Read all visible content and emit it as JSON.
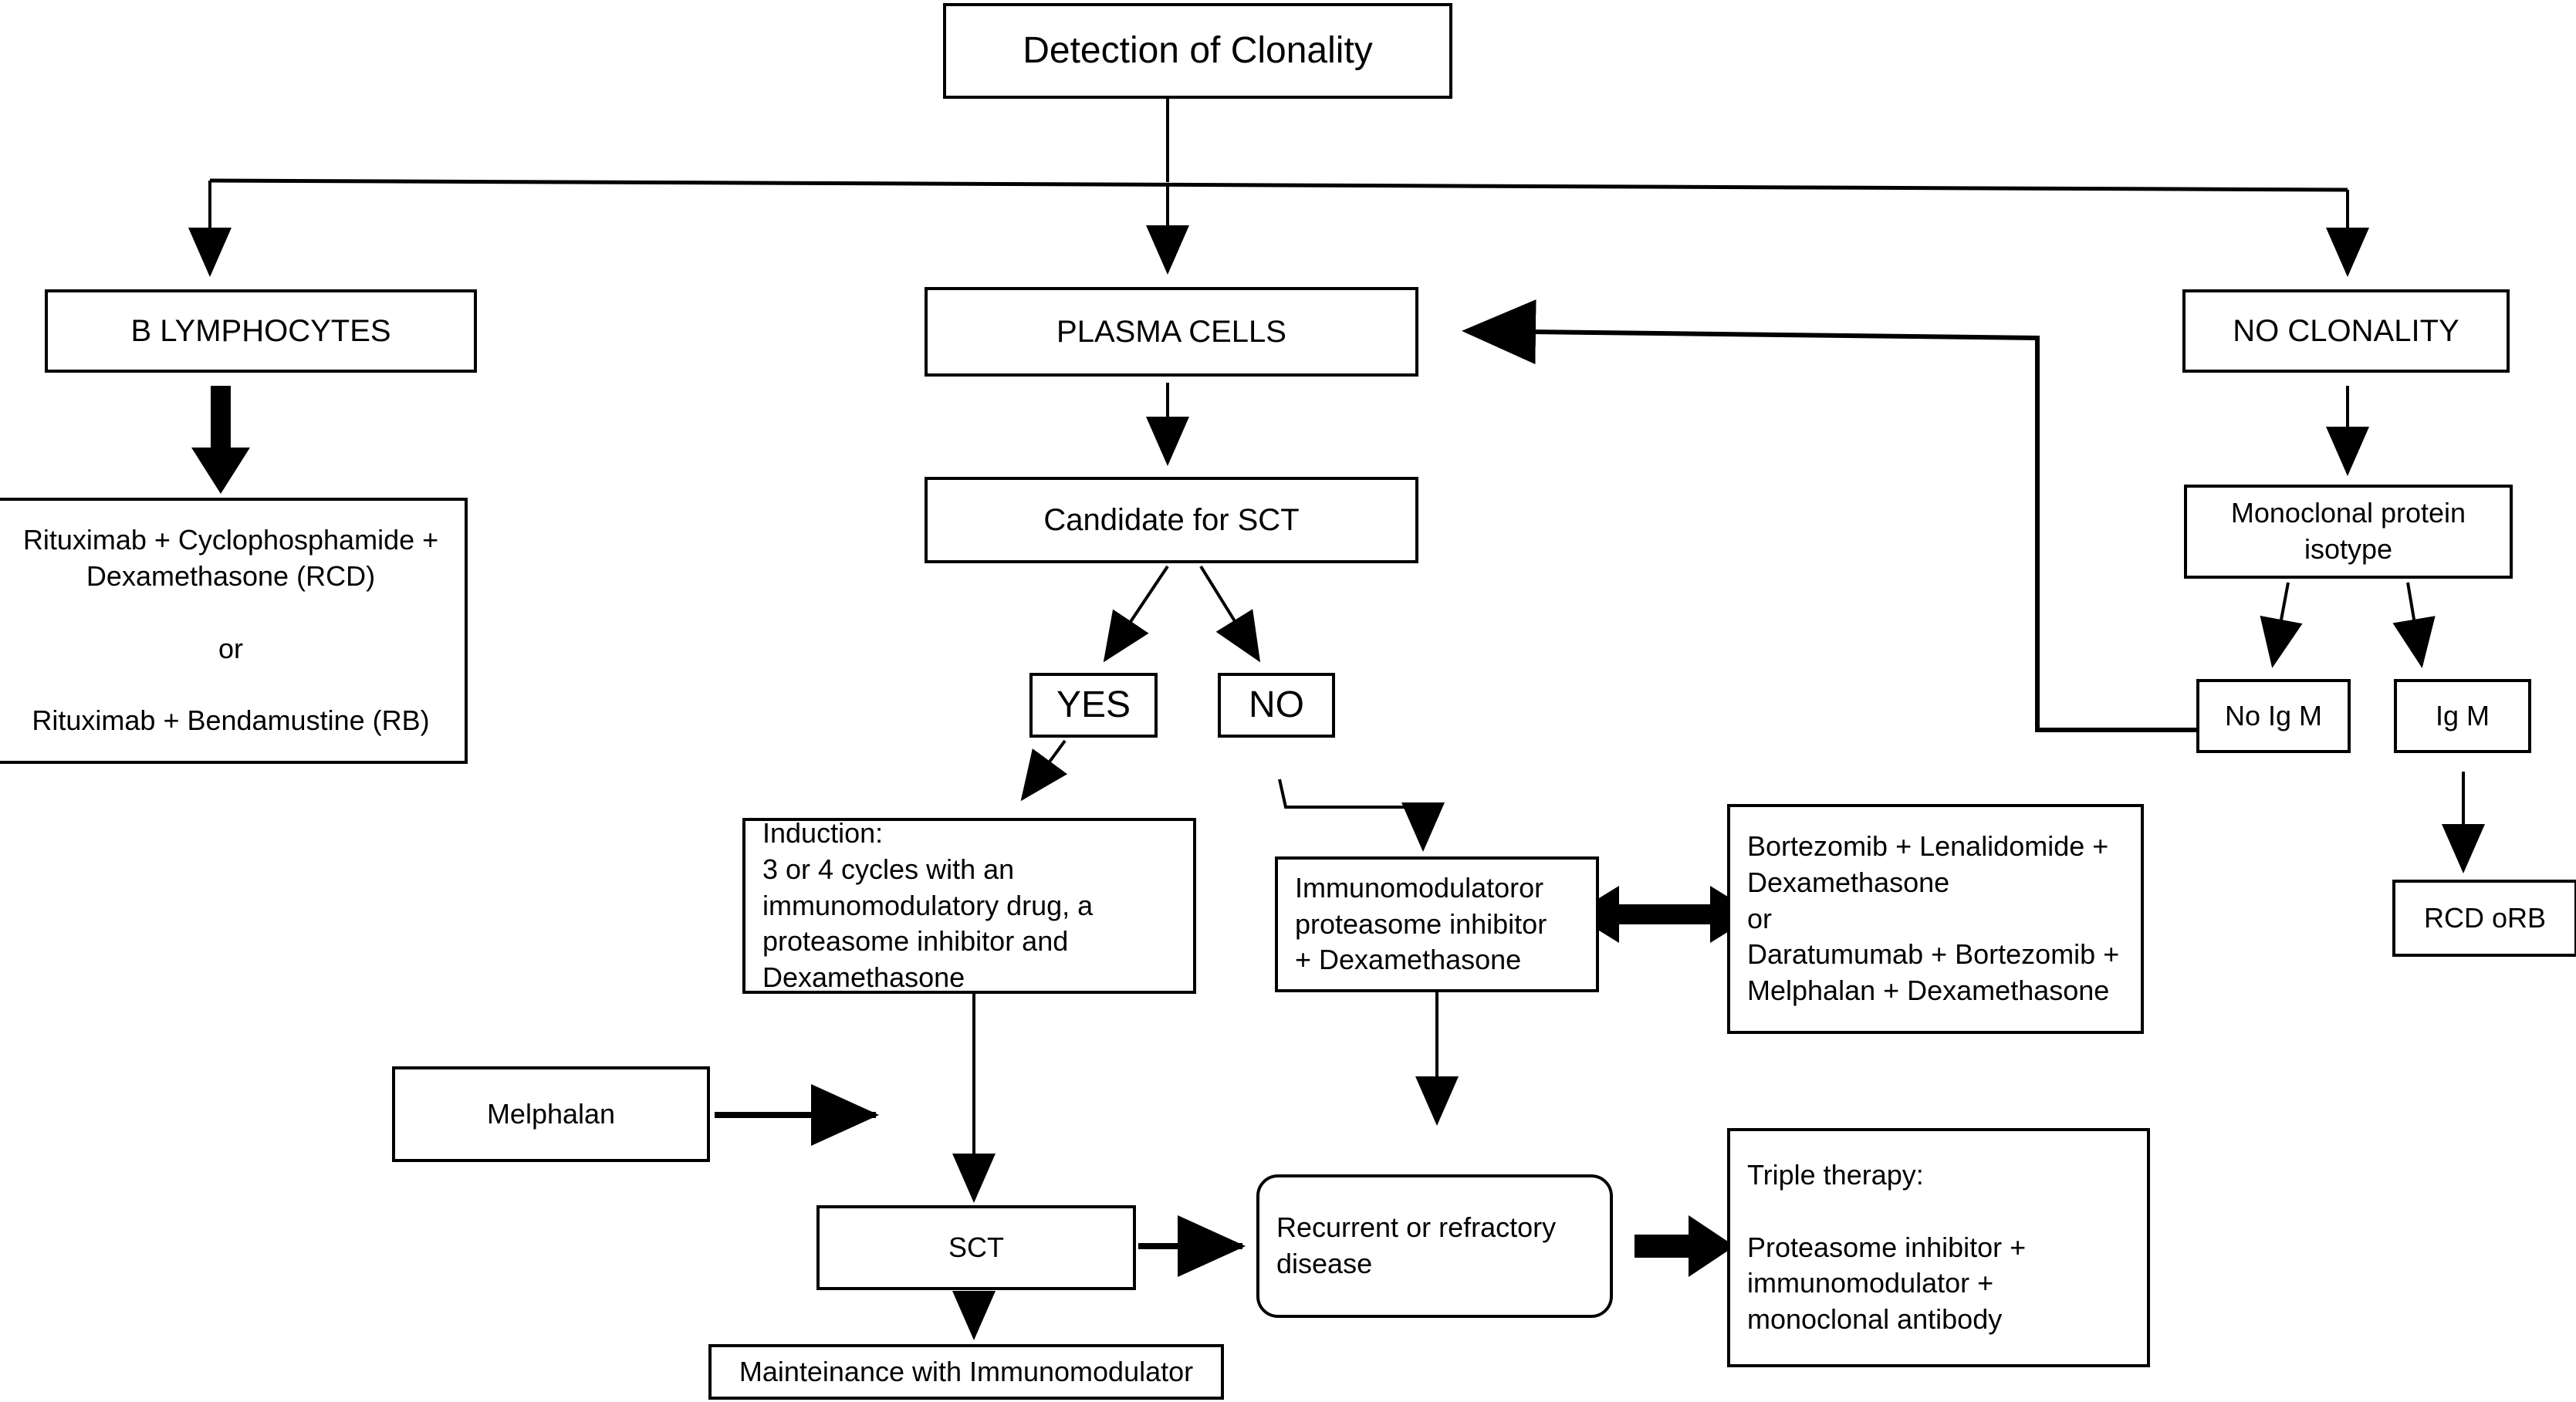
{
  "diagram": {
    "title": "Detection of Clonality",
    "type": "clinical treatment flowchart",
    "nodes": {
      "root": {
        "label": "Detection of Clonality"
      },
      "b_lymphocytes": {
        "label": "B LYMPHOCYTES"
      },
      "plasma_cells": {
        "label": "PLASMA CELLS"
      },
      "no_clonality": {
        "label": "NO CLONALITY"
      },
      "b_treatment": {
        "label": "Rituximab + Cyclophosphamide +\nDexamethasone (RCD)\n\nor\n\nRituximab + Bendamustine (RB)"
      },
      "candidate_sct": {
        "label": "Candidate for SCT"
      },
      "yes": {
        "label": "YES"
      },
      "no": {
        "label": "NO"
      },
      "monoclonal_isotype": {
        "label": "Monoclonal protein\nisotype"
      },
      "no_ig_m": {
        "label": "No Ig M"
      },
      "ig_m": {
        "label": "Ig M"
      },
      "rcd_orb": {
        "label": "RCD oRB"
      },
      "induction": {
        "label": "Induction:\n3 or 4 cycles with an\nimmunomodulatory drug, a\nproteasome inhibitor and\nDexamethasone"
      },
      "immunomodulator": {
        "label": "Immunomodulatoror\nproteasome inhibitor\n+ Dexamethasone"
      },
      "bortezomib_regimen": {
        "label": "Bortezomib + Lenalidomide +\nDexamethasone\n           or\nDaratumumab + Bortezomib +\nMelphalan + Dexamethasone"
      },
      "melphalan": {
        "label": "Melphalan"
      },
      "sct": {
        "label": "SCT"
      },
      "recurrent": {
        "label": "Recurrent or refractory\ndisease"
      },
      "triple_therapy": {
        "label": "Triple therapy:\n\nProteasome inhibitor +\nimmunomodulator +\nmonoclonal antibody"
      },
      "maintenance": {
        "label": "Mainteinance with Immunomodulator"
      }
    },
    "colors": {
      "stroke": "#000000",
      "fill": "#ffffff",
      "text": "#000000"
    }
  }
}
